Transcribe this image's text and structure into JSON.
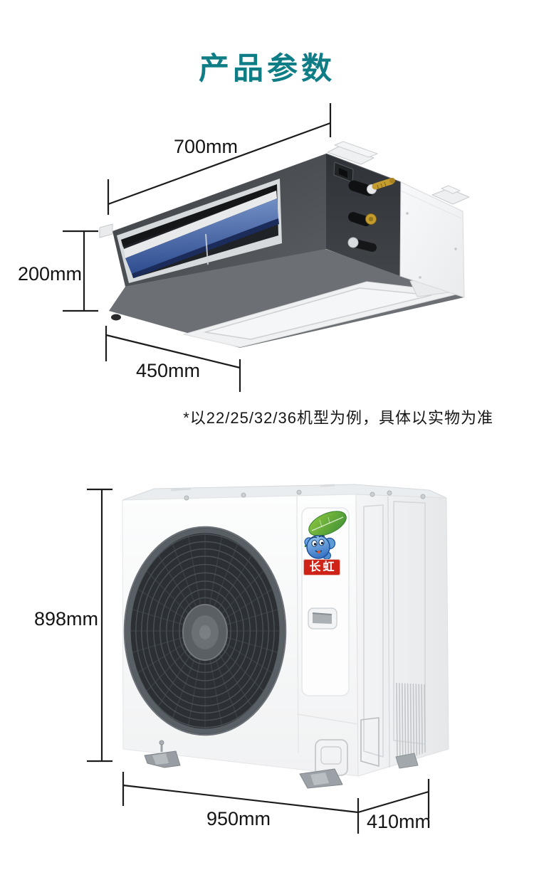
{
  "page_title": {
    "text": "产品参数",
    "color": "#0E7D85"
  },
  "indoor_unit": {
    "name": "ducted-indoor-unit",
    "dimensions": {
      "width": "700mm",
      "height": "200mm",
      "depth": "450mm"
    },
    "note": "*以22/25/32/36机型为例，具体以实物为准"
  },
  "outdoor_unit": {
    "name": "outdoor-condenser-unit",
    "dimensions": {
      "height": "898mm",
      "width": "950mm",
      "depth": "410mm"
    },
    "brand_badge": {
      "text": "长虹",
      "background": "#CF2318",
      "text_color": "#FFFFFF"
    },
    "logo_mascot": "leaf-water-drop-mascot"
  },
  "style": {
    "background": "#FFFFFF",
    "dimension_line_color": "#1C1C1C",
    "accent_teal": "#0E7D85"
  }
}
